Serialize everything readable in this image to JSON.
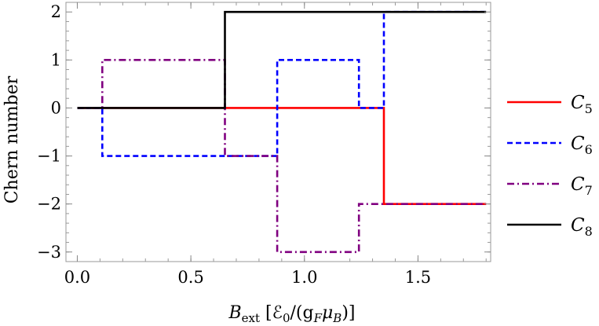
{
  "chart_data": {
    "type": "line",
    "xlabel": "B_ext [ℰ0/(gFμB)]",
    "xlabel_parts": {
      "main": "B",
      "main_sub": "ext",
      "bracket_open": " [ℰ",
      "e_sub": "0",
      "mid": "/(g",
      "g_sub": "F",
      "mu": "μ",
      "mu_sub": "B",
      "close": ")]"
    },
    "ylabel": "Chern number",
    "xlim": [
      -0.05,
      1.82
    ],
    "ylim": [
      -3.2,
      2.2
    ],
    "x_ticks": [
      "0.0",
      "0.5",
      "1.0",
      "1.5"
    ],
    "x_tick_values": [
      0.0,
      0.5,
      1.0,
      1.5
    ],
    "y_ticks": [
      "2",
      "1",
      "0",
      "−1",
      "−2",
      "−3"
    ],
    "y_tick_values": [
      2,
      1,
      0,
      -1,
      -2,
      -3
    ],
    "grid": false,
    "legend_position": "right",
    "series": [
      {
        "name": "C5",
        "sub": "5",
        "color": "#ff0000",
        "style": "solid",
        "points": [
          [
            0.0,
            0
          ],
          [
            1.35,
            0
          ],
          [
            1.35,
            -2
          ],
          [
            1.8,
            -2
          ]
        ]
      },
      {
        "name": "C6",
        "sub": "6",
        "color": "#0000ff",
        "style": "dashed",
        "points": [
          [
            0.0,
            0
          ],
          [
            0.11,
            0
          ],
          [
            0.11,
            -1
          ],
          [
            0.88,
            -1
          ],
          [
            0.88,
            1
          ],
          [
            1.24,
            1
          ],
          [
            1.24,
            0
          ],
          [
            1.35,
            0
          ],
          [
            1.35,
            2
          ],
          [
            1.8,
            2
          ]
        ]
      },
      {
        "name": "C7",
        "sub": "7",
        "color": "#800080",
        "style": "dashdot",
        "points": [
          [
            0.0,
            0
          ],
          [
            0.11,
            0
          ],
          [
            0.11,
            1
          ],
          [
            0.65,
            1
          ],
          [
            0.65,
            -1
          ],
          [
            0.88,
            -1
          ],
          [
            0.88,
            -3
          ],
          [
            1.24,
            -3
          ],
          [
            1.24,
            -2
          ],
          [
            1.8,
            -2
          ]
        ]
      },
      {
        "name": "C8",
        "sub": "8",
        "color": "#000000",
        "style": "solid",
        "points": [
          [
            0.0,
            0
          ],
          [
            0.65,
            0
          ],
          [
            0.65,
            2
          ],
          [
            1.8,
            2
          ]
        ]
      }
    ]
  }
}
